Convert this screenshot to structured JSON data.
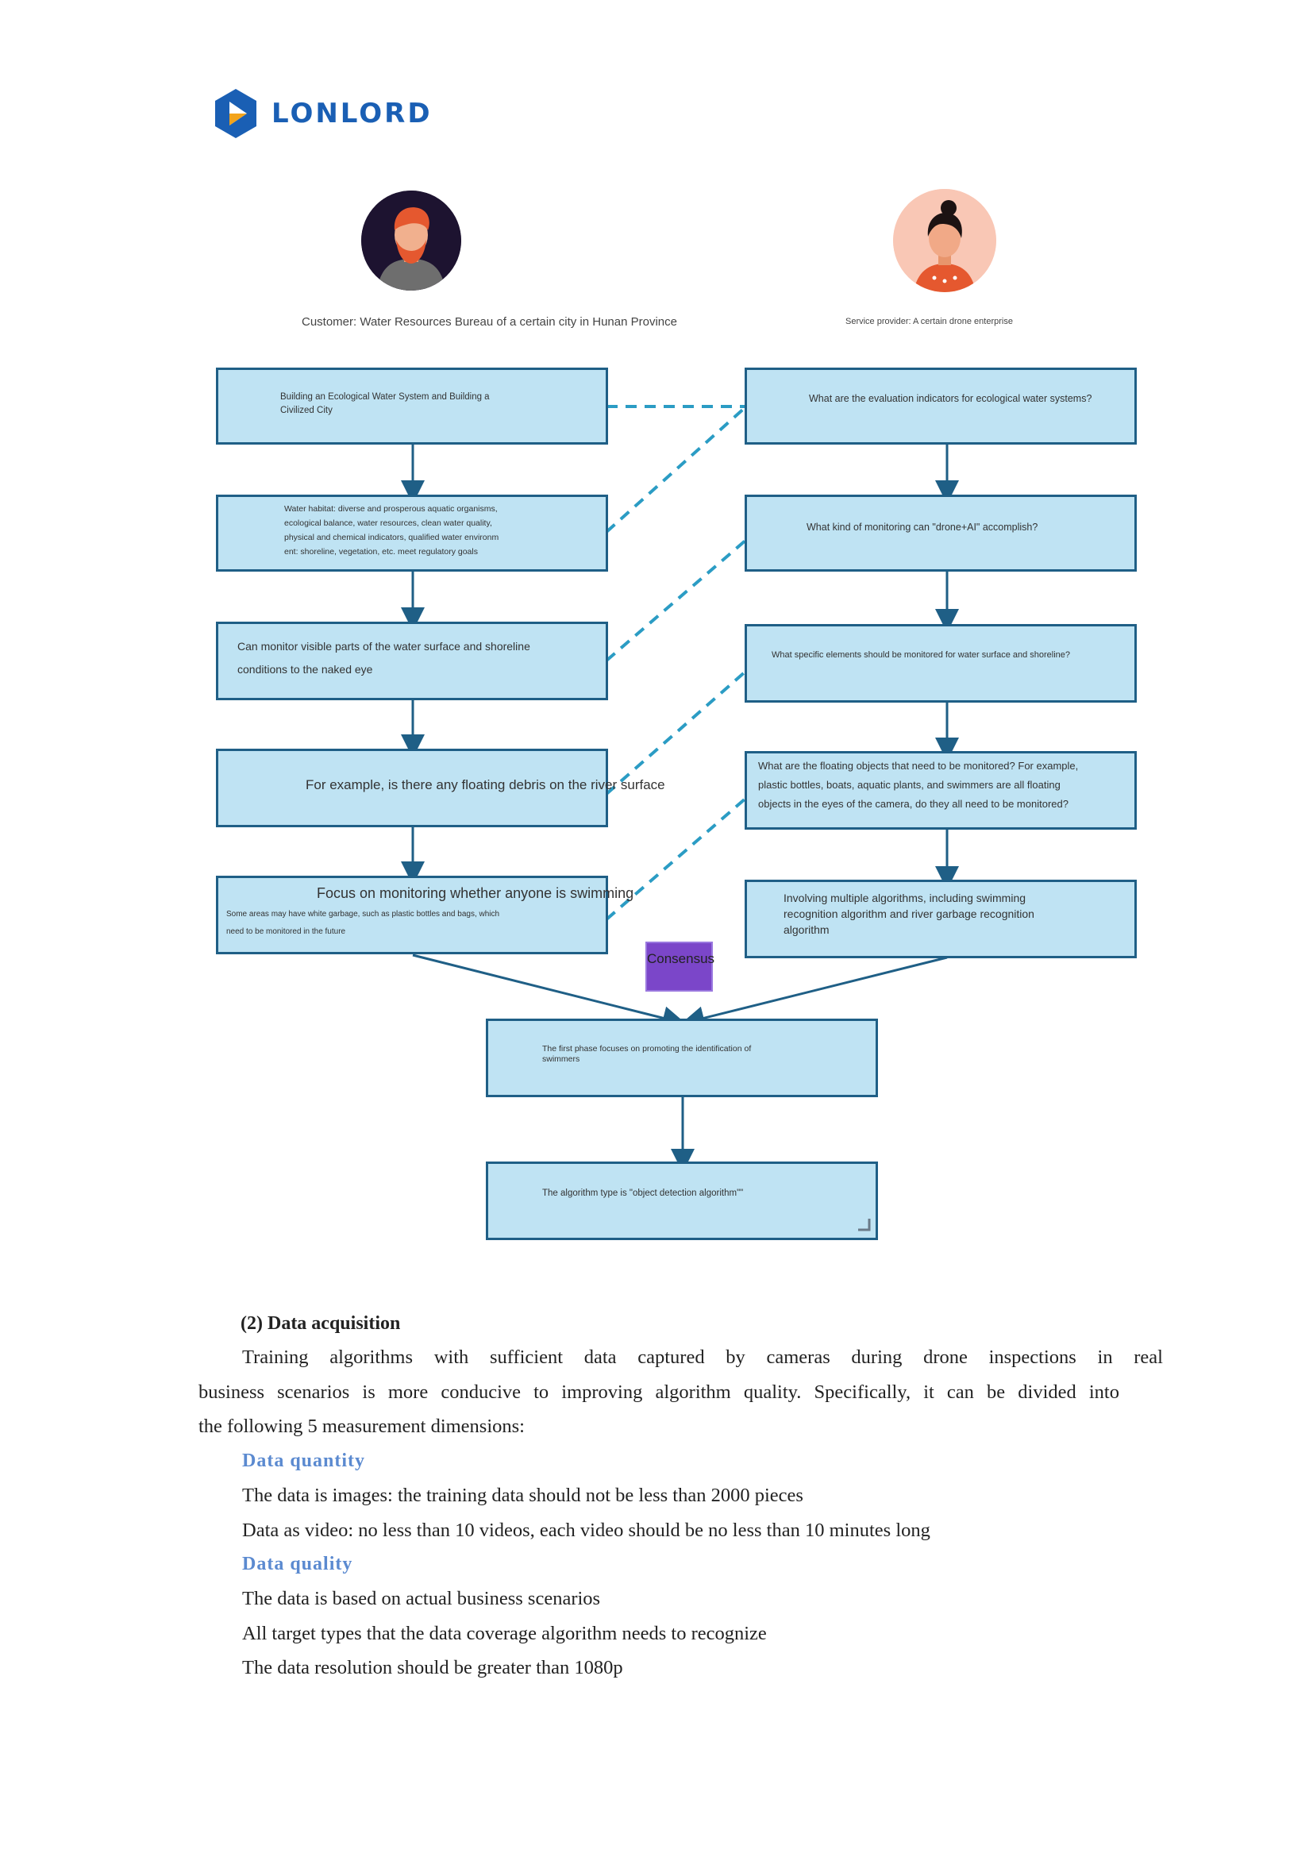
{
  "brand": {
    "name": "LONLORD",
    "logo_icon": "lonlord-hexagon-logo",
    "color": "#1a5fb4"
  },
  "left_role": "Customer: Water Resources Bureau of a certain city in Hunan Province",
  "right_role": "Service provider: A certain drone enterprise",
  "left_boxes": [
    "Building an Ecological Water System and Building a Civilized City",
    [
      "Water habitat: diverse and prosperous aquatic organisms,",
      "ecological balance, water resources, clean water quality,",
      "physical and chemical indicators, qualified water environm",
      "ent: shoreline, vegetation, etc. meet regulatory goals"
    ],
    [
      "Can monitor visible parts of the water surface and shoreline",
      "conditions to the naked eye"
    ],
    "For example, is there any floating debris on the river surface",
    {
      "main": "Focus on monitoring whether anyone is swimming",
      "sub": [
        "Some areas may have white garbage, such as plastic bottles and bags, which",
        "need to be monitored in the future"
      ]
    }
  ],
  "right_boxes": [
    "What are the evaluation indicators for ecological water systems?",
    "What kind of monitoring can \"drone+AI\" accomplish?",
    "What specific elements should be monitored for water surface and shoreline?",
    [
      "What are the floating objects that need to be monitored? For example,",
      "plastic bottles, boats, aquatic plants, and swimmers are all floating",
      "objects in the eyes of the camera, do they all need to be monitored?"
    ],
    [
      "Involving multiple algorithms, including swimming",
      "recognition algorithm and river garbage recognition",
      "algorithm"
    ]
  ],
  "consensus_label": "Consensus",
  "bottom_boxes": [
    [
      "The first phase focuses on promoting the identification of",
      "swimmers"
    ],
    "The algorithm type is \"object detection algorithm\"\""
  ],
  "section": {
    "heading": "(2) Data acquisition",
    "intro_lines": [
      "Training algorithms with sufficient data captured by cameras during drone inspections in real",
      "business scenarios is more conducive to improving algorithm quality. Specifically, it can be divided into",
      "the following 5 measurement dimensions:"
    ],
    "quantity_heading": "Data quantity",
    "quantity_items": [
      "The data is images: the training data should not be less than 2000 pieces",
      "Data as video: no less than 10 videos, each video should be no less than 10 minutes long"
    ],
    "quality_heading": "Data quality",
    "quality_items": [
      "The data is based on actual business scenarios",
      "All target types that the data coverage algorithm needs to recognize",
      "The data resolution should be greater than 1080p"
    ]
  }
}
